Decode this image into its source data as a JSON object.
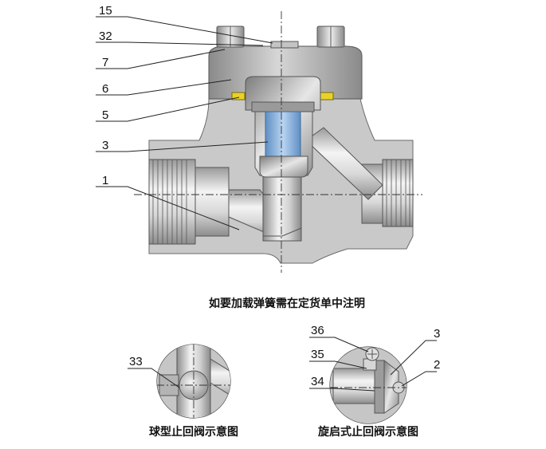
{
  "main_view": {
    "callouts": [
      "15",
      "32",
      "7",
      "6",
      "5",
      "3",
      "1"
    ],
    "caption": "如要加载弹簧需在定货单中注明"
  },
  "ball_detail": {
    "callout": "33",
    "caption": "球型止回阀示意图"
  },
  "swing_detail": {
    "callouts": [
      "36",
      "35",
      "34",
      "3",
      "2"
    ],
    "caption": "旋启式止回阀示意图"
  },
  "colors": {
    "body_gray": "#c8c8c8",
    "cover_gray": "#a9a9a9",
    "spring_blue": "#8fb8e0",
    "gasket_yellow": "#e8d22a"
  }
}
